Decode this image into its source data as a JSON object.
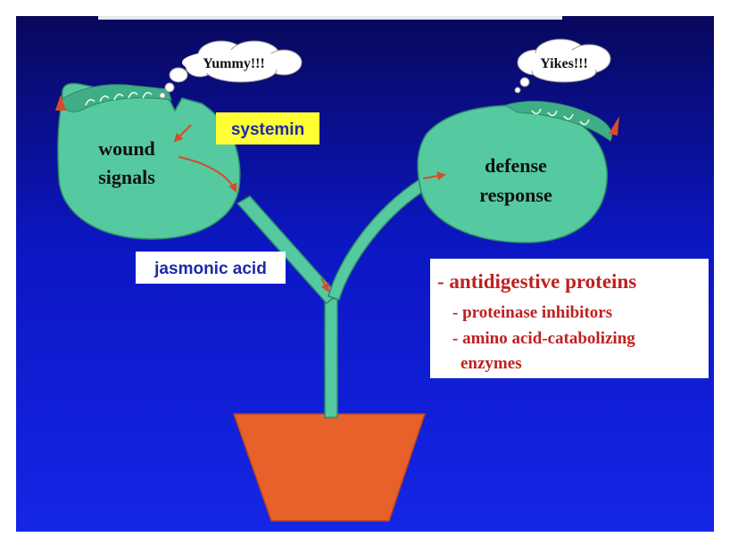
{
  "bubbles": {
    "left": "Yummy!!!",
    "right": "Yikes!!!"
  },
  "leaves": {
    "left_line1": "wound",
    "left_line2": "signals",
    "right_line1": "defense",
    "right_line2": "response"
  },
  "labels": {
    "systemin": "systemin",
    "jasmonic_acid": "jasmonic acid"
  },
  "response_box": {
    "heading": "- antidigestive proteins",
    "item1": "- proteinase inhibitors",
    "item2": "- amino acid-catabolizing",
    "item2_cont": "enzymes"
  },
  "colors": {
    "background_top": "#0a0a6e",
    "background_mid": "#0f1dd8",
    "leaf": "#55c9a0",
    "leaf_stroke": "#2e8a66",
    "pot": "#e8602a",
    "arrow": "#d84a2a",
    "systemin_bg": "#ffff33",
    "label_text_blue": "#1e2aa8",
    "response_text": "#c02020"
  }
}
